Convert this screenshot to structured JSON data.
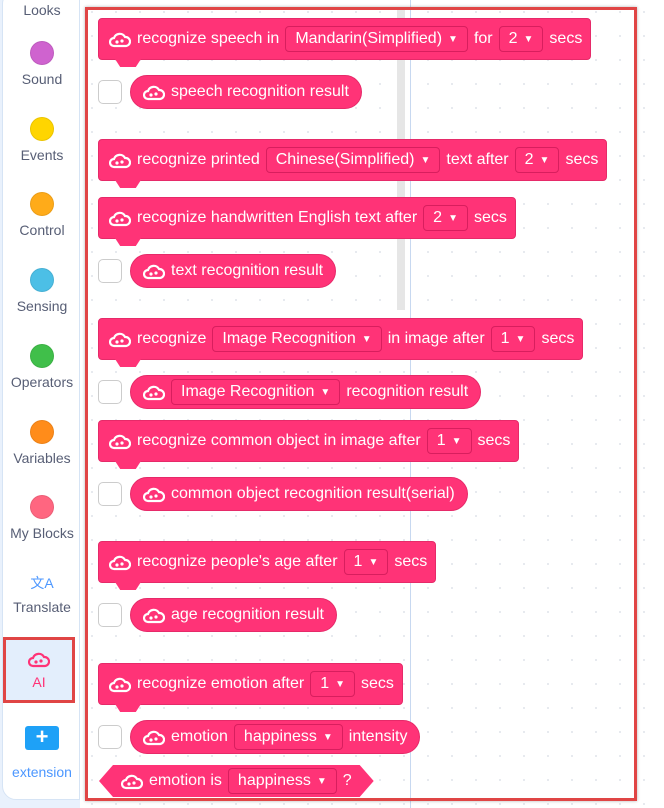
{
  "sidebar": {
    "categories": [
      {
        "label": "Looks",
        "color": "#9966ff"
      },
      {
        "label": "Sound",
        "color": "#cf63cf"
      },
      {
        "label": "Events",
        "color": "#ffd500"
      },
      {
        "label": "Control",
        "color": "#ffab19"
      },
      {
        "label": "Sensing",
        "color": "#4cbfe6"
      },
      {
        "label": "Operators",
        "color": "#40bf4a"
      },
      {
        "label": "Variables",
        "color": "#ff8c1a"
      },
      {
        "label": "My Blocks",
        "color": "#ff6680"
      }
    ],
    "translate": "Translate",
    "ai": "AI",
    "extension": "extension"
  },
  "blocks": {
    "speech": {
      "t1": "recognize speech in",
      "lang": "Mandarin(Simplified)",
      "t2": "for",
      "secs": "2",
      "t3": "secs"
    },
    "speech_result": "speech recognition result",
    "printed": {
      "t1": "recognize printed",
      "lang": "Chinese(Simplified)",
      "t2": "text after",
      "secs": "2",
      "t3": "secs"
    },
    "handwritten": {
      "t1": "recognize handwritten English text after",
      "secs": "2",
      "t2": "secs"
    },
    "text_result": "text recognition result",
    "image": {
      "t1": "recognize",
      "type": "Image Recognition",
      "t2": "in image after",
      "secs": "1",
      "t3": "secs"
    },
    "image_result": {
      "type": "Image Recognition",
      "t1": "recognition result"
    },
    "object": {
      "t1": "recognize common object in image after",
      "secs": "1",
      "t2": "secs"
    },
    "object_result": "common object recognition result(serial)",
    "age": {
      "t1": "recognize people's age after",
      "secs": "1",
      "t2": "secs"
    },
    "age_result": "age recognition result",
    "emotion": {
      "t1": "recognize emotion after",
      "secs": "1",
      "t2": "secs"
    },
    "emotion_intensity": {
      "t1": "emotion",
      "emotion": "happiness",
      "t2": "intensity"
    },
    "emotion_is": {
      "t1": "emotion is",
      "emotion": "happiness",
      "t2": "?"
    }
  },
  "colors": {
    "block": "#ff3377",
    "highlight": "#e04545"
  }
}
